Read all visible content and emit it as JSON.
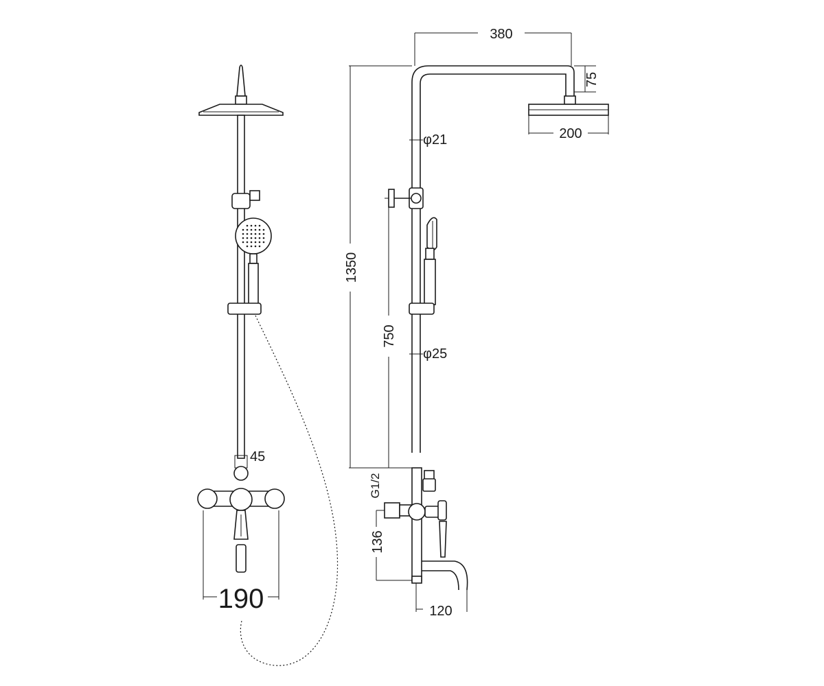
{
  "dimensions": {
    "left_width": "190",
    "left_bracket": "45",
    "arm_length": "380",
    "arm_drop": "75",
    "head_diameter": "200",
    "upper_pipe": "φ21",
    "lower_pipe": "φ25",
    "total_height": "1350",
    "slide_height": "750",
    "inlet_thread": "G1/2",
    "inlet_height": "136",
    "spout_reach": "120"
  }
}
